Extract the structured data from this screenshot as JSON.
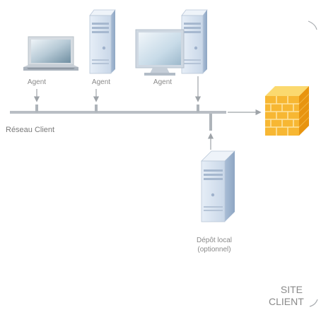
{
  "agents": [
    {
      "label": "Agent",
      "icon": "laptop-icon"
    },
    {
      "label": "Agent",
      "icon": "server-tower-icon"
    },
    {
      "label": "Agent",
      "icon": "desktop-monitor-icon"
    }
  ],
  "network": {
    "label": "Réseau Client"
  },
  "depot": {
    "line1": "Dépôt local",
    "line2": "(optionnel)",
    "icon": "server-tower-icon"
  },
  "firewall": {
    "icon": "firewall-brick-icon"
  },
  "site": {
    "line1": "SITE",
    "line2": "CLIENT"
  },
  "colors": {
    "network_line": "#b9bec4",
    "arrow": "#9ea3a8",
    "server_light": "#dfe8f3",
    "server_mid": "#c2d2e6",
    "server_dark": "#9fb2cc",
    "firewall_orange": "#f5a623",
    "firewall_light": "#f9cf5a"
  }
}
